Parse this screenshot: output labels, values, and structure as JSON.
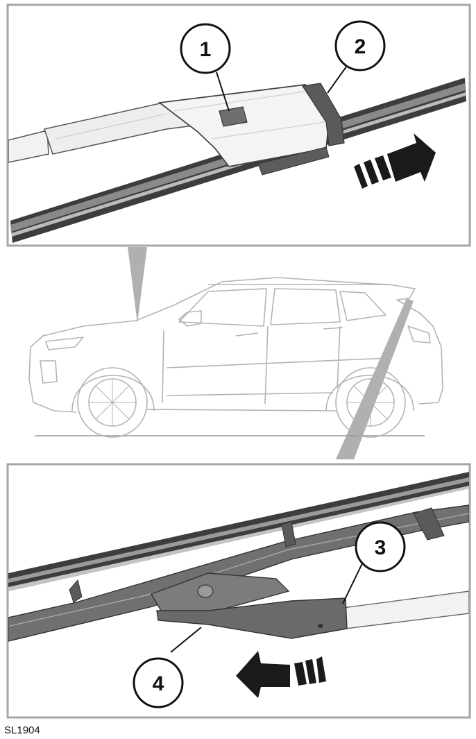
{
  "figure": {
    "code": "SL1904",
    "callouts": [
      {
        "id": "1",
        "label": "1"
      },
      {
        "id": "2",
        "label": "2"
      },
      {
        "id": "3",
        "label": "3"
      },
      {
        "id": "4",
        "label": "4"
      }
    ],
    "colors": {
      "panel_border": "#a6a6a6",
      "blade_dark": "#3d3d3d",
      "blade_mid": "#8a8a8a",
      "blade_light": "#d4d4d4",
      "car_line": "#b3b3b3",
      "pointer_grey": "#b0b0b0",
      "arrow": "#1a1a1a"
    },
    "icons": [
      "wiper-blade",
      "wiper-arm",
      "release-button",
      "direction-arrow",
      "vehicle-side-view"
    ]
  }
}
